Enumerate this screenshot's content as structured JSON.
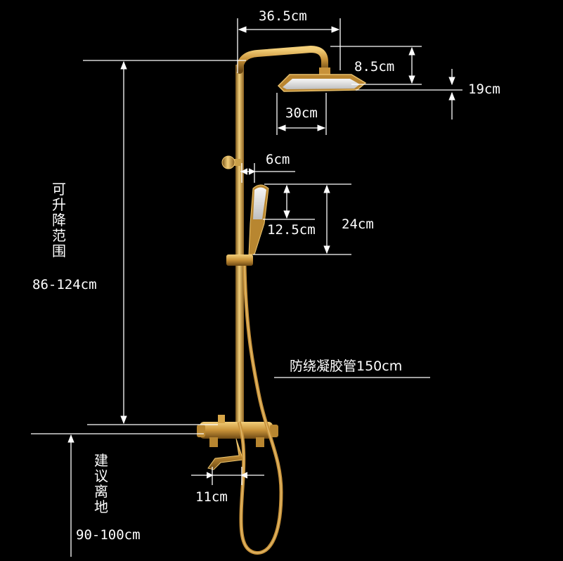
{
  "dimensions": {
    "top_width": "36.5cm",
    "head_height": "8.5cm",
    "head_depth": "19cm",
    "head_width": "30cm",
    "hand_width": "6cm",
    "hand_head_length": "12.5cm",
    "hand_length": "24cm",
    "spout_length": "11cm"
  },
  "labels": {
    "adjust_range_title": "可升降范围",
    "adjust_range_value": "86-124cm",
    "hose_label": "防绕凝胶管150cm",
    "install_height_title": "建议离地",
    "install_height_value": "90-100cm"
  },
  "colors": {
    "background": "#000000",
    "gold": "#d9a640",
    "dimension_line": "#ffffff"
  }
}
